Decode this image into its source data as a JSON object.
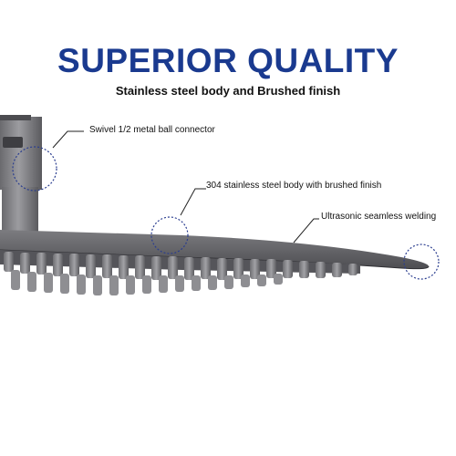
{
  "header": {
    "title": "SUPERIOR QUALITY",
    "subtitle": "Stainless steel body and Brushed finish"
  },
  "callouts": [
    {
      "label": "Swivel 1/2 metal ball connector"
    },
    {
      "label": "304 stainless steel body with brushed finish"
    },
    {
      "label": "Ultrasonic seamless welding"
    }
  ],
  "colors": {
    "title": "#1a3a8f",
    "text": "#111111",
    "leader_line": "#222222",
    "highlight_circle": "#2a3d8f",
    "metal_dark": "#5f5f62",
    "metal_mid": "#8a8a8e",
    "metal_light": "#c9c9cc"
  }
}
